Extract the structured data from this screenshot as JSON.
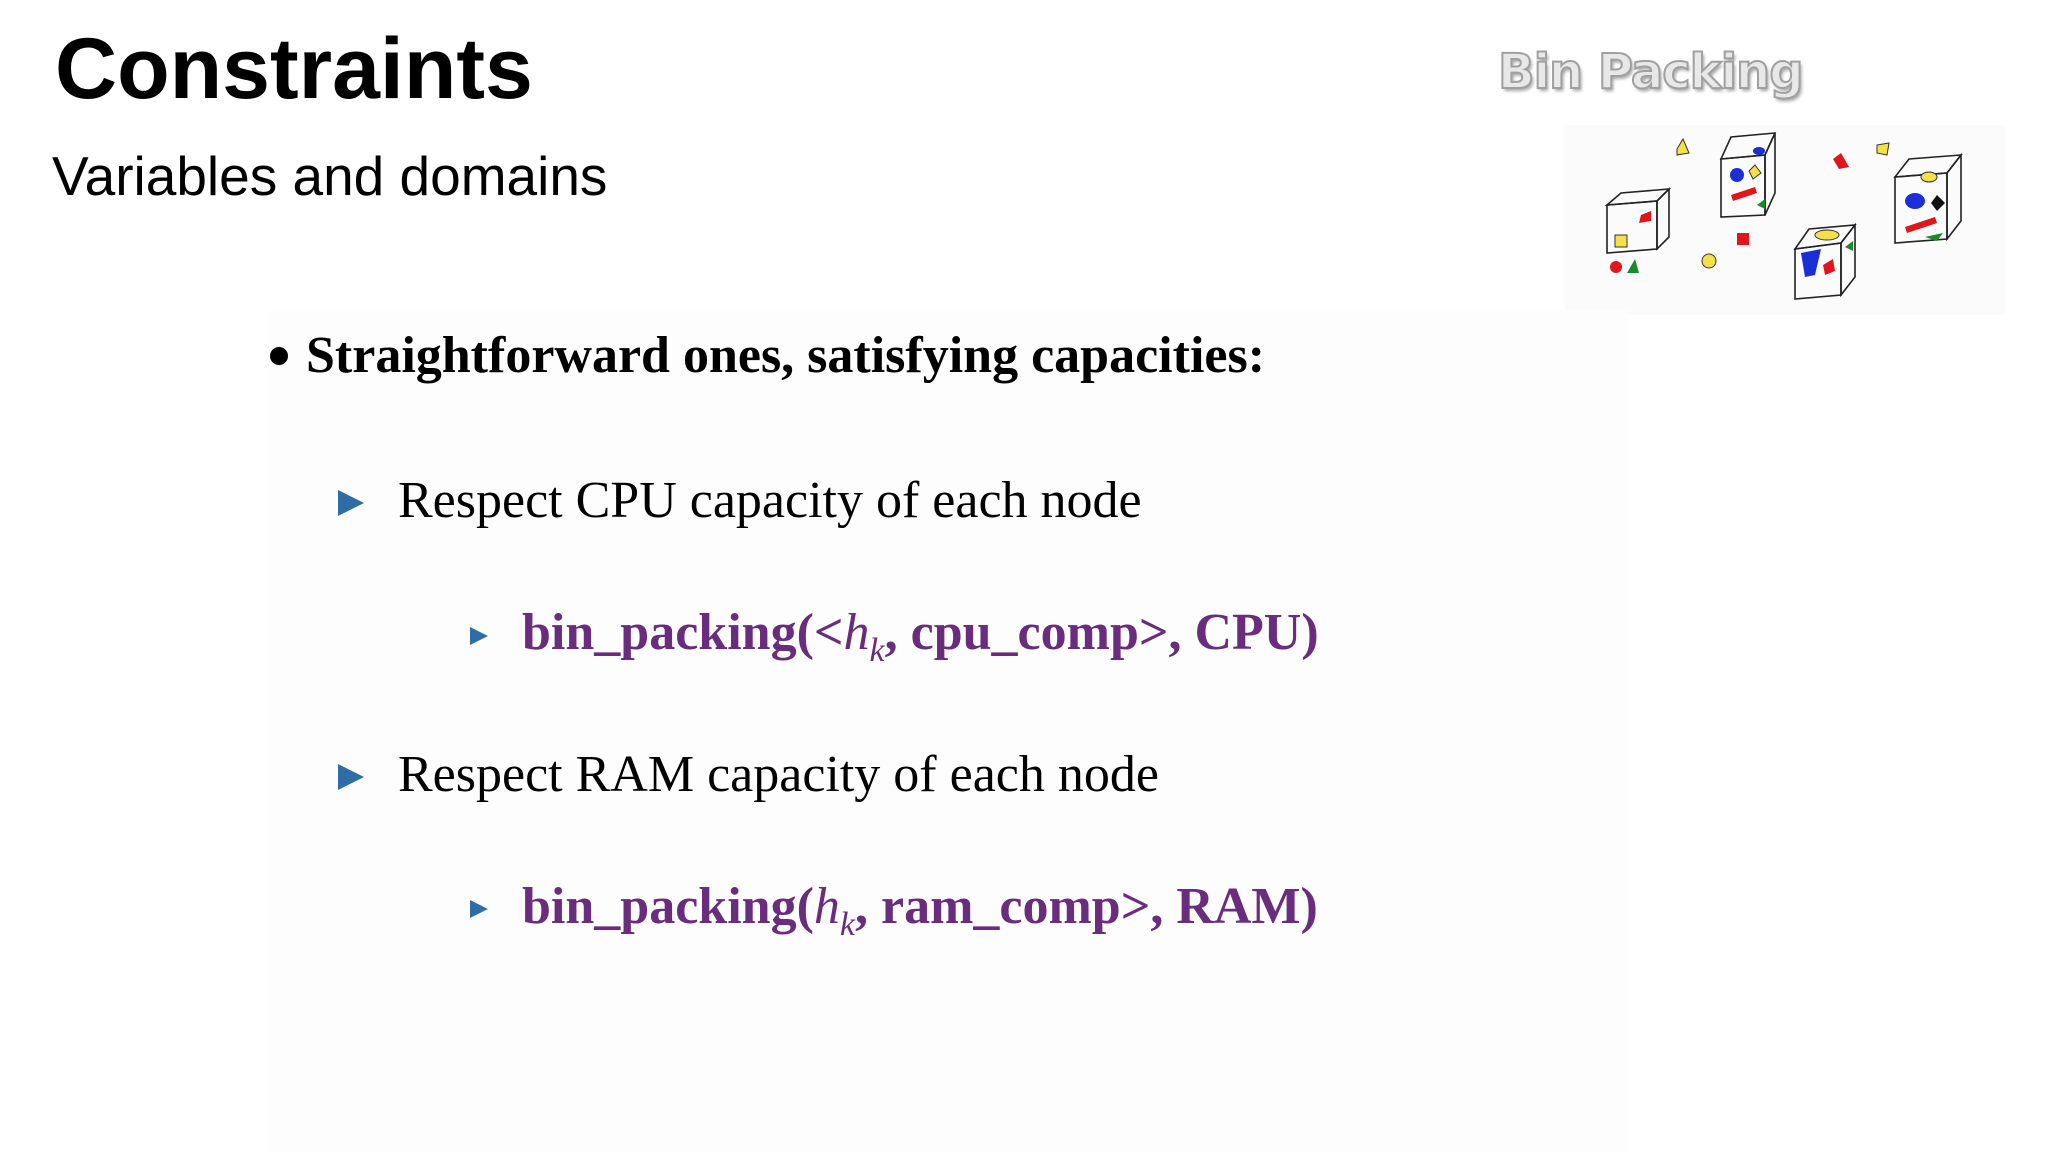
{
  "slide": {
    "title": "Constraints",
    "subtitle": "Variables and domains",
    "illustration_label": "Bin Packing",
    "main_bullet": "Straightforward ones, satisfying capacities:",
    "items": [
      {
        "text": "Respect CPU capacity of each node",
        "code_prefix": "bin_packing(<",
        "code_var": "h",
        "code_sub": "k",
        "code_suffix": ", cpu_comp>, CPU)"
      },
      {
        "text": "Respect RAM capacity of each node",
        "code_prefix": "bin_packing(",
        "code_var": "h",
        "code_sub": "k",
        "code_suffix": ", ram_comp>, RAM)"
      }
    ]
  },
  "colors": {
    "bullet_arrow": "#2f6da6",
    "code_text": "#6a2c7d",
    "background": "#ffffff"
  },
  "icons": {
    "bullet_arrow": "triangle-right-icon",
    "illustration": "bin-packing-boxes-illustration"
  }
}
